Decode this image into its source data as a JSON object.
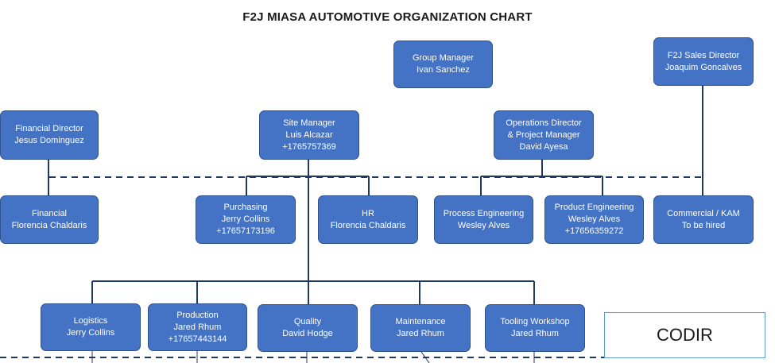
{
  "title": "F2J MIASA AUTOMOTIVE ORGANIZATION CHART",
  "colors": {
    "box_fill": "#4472c4",
    "box_border": "#2f528f",
    "line": "#1f3864"
  },
  "boxes": {
    "group_manager": [
      "Group Manager",
      "Ivan Sanchez"
    ],
    "sales_director": [
      "F2J Sales Director",
      "Joaquim Goncalves"
    ],
    "financial_director": [
      "Financial Director",
      "Jesus Dominguez"
    ],
    "site_manager": [
      "Site Manager",
      "Luis Alcazar",
      "+1765757369"
    ],
    "operations_director": [
      "Operations Director",
      "& Project Manager",
      "David Ayesa"
    ],
    "financial": [
      "Financial",
      "Florencia Chaldaris"
    ],
    "purchasing": [
      "Purchasing",
      "Jerry Collins",
      "+17657173196"
    ],
    "hr": [
      "HR",
      "Florencia Chaldaris"
    ],
    "process_engineering": [
      "Process Engineering",
      "Wesley Alves"
    ],
    "product_engineering": [
      "Product Engineering",
      "Wesley Alves",
      "+17656359272"
    ],
    "commercial": [
      "Commercial / KAM",
      "To be hired"
    ],
    "logistics": [
      "Logistics",
      "Jerry Collins"
    ],
    "production": [
      "Production",
      "Jared Rhum",
      "+17657443144"
    ],
    "quality": [
      "Quality",
      "David Hodge"
    ],
    "maintenance": [
      "Maintenance",
      "Jared Rhum"
    ],
    "tooling_workshop": [
      "Tooling Workshop",
      "Jared Rhum"
    ]
  },
  "codir_label": "CODIR"
}
